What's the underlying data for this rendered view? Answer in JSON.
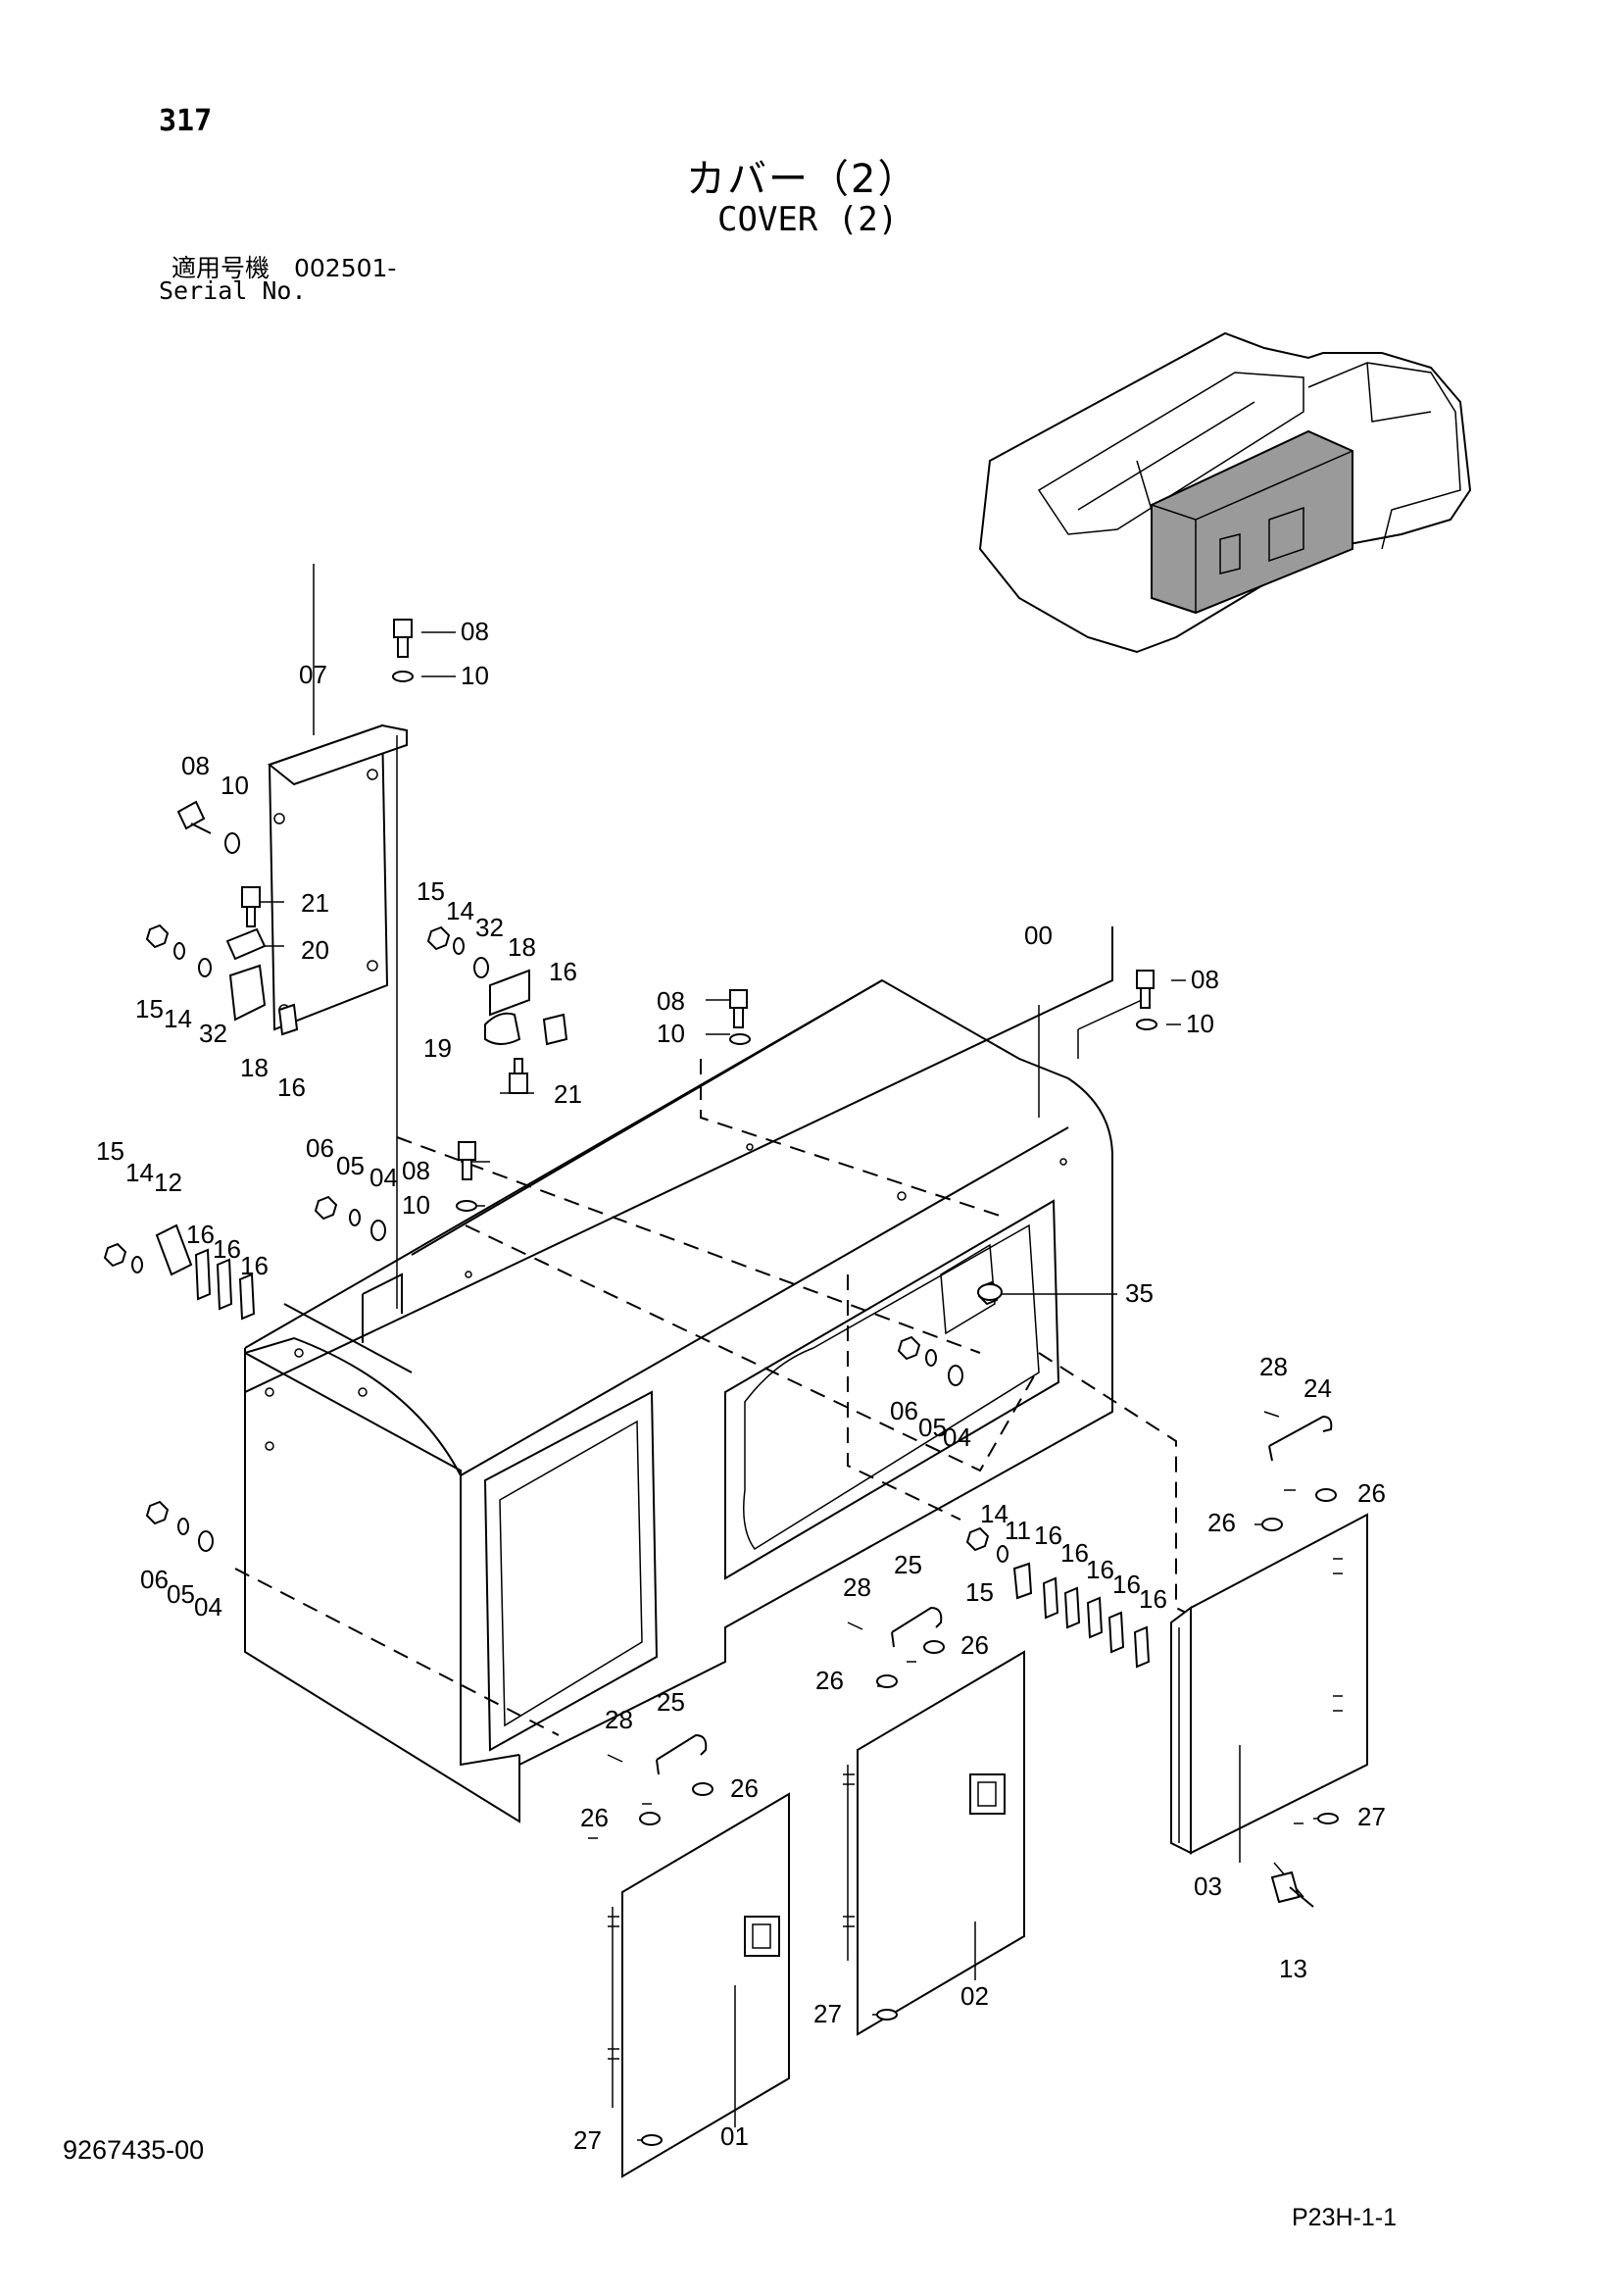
{
  "header": {
    "page_number": "317",
    "title_jp": "カバー（2）",
    "title_en": "COVER (2)",
    "serial_label_jp": "適用号機　002501-",
    "serial_label_en": "Serial No."
  },
  "footer": {
    "document_number": "9267435-00",
    "page_code": "P23H-1-1"
  },
  "callouts": {
    "c00": "00",
    "c01": "01",
    "c02": "02",
    "c03": "03",
    "c04a": "04",
    "c04b": "04",
    "c04c": "04",
    "c05a": "05",
    "c05b": "05",
    "c05c": "05",
    "c06a": "06",
    "c06b": "06",
    "c06c": "06",
    "c07": "07",
    "c08a": "08",
    "c08b": "08",
    "c08c": "08",
    "c08d": "08",
    "c08e": "08",
    "c10a": "10",
    "c10b": "10",
    "c10c": "10",
    "c10d": "10",
    "c10e": "10",
    "c11": "11",
    "c12": "12",
    "c13": "13",
    "c14a": "14",
    "c14b": "14",
    "c14c": "14",
    "c14d": "14",
    "c15a": "15",
    "c15b": "15",
    "c15c": "15",
    "c15d": "15",
    "c16a": "16",
    "c16b": "16",
    "c16c": "16",
    "c16d": "16",
    "c16e": "16",
    "c16f": "16",
    "c16g": "16",
    "c16h": "16",
    "c16i": "16",
    "c16j": "16",
    "c18a": "18",
    "c18b": "18",
    "c19": "19",
    "c20": "20",
    "c21a": "21",
    "c21b": "21",
    "c24": "24",
    "c25a": "25",
    "c25b": "25",
    "c26a": "26",
    "c26b": "26",
    "c26c": "26",
    "c26d": "26",
    "c26e": "26",
    "c26f": "26",
    "c27a": "27",
    "c27b": "27",
    "c27c": "27",
    "c28a": "28",
    "c28b": "28",
    "c28c": "28",
    "c32a": "32",
    "c32b": "32",
    "c35": "35"
  }
}
